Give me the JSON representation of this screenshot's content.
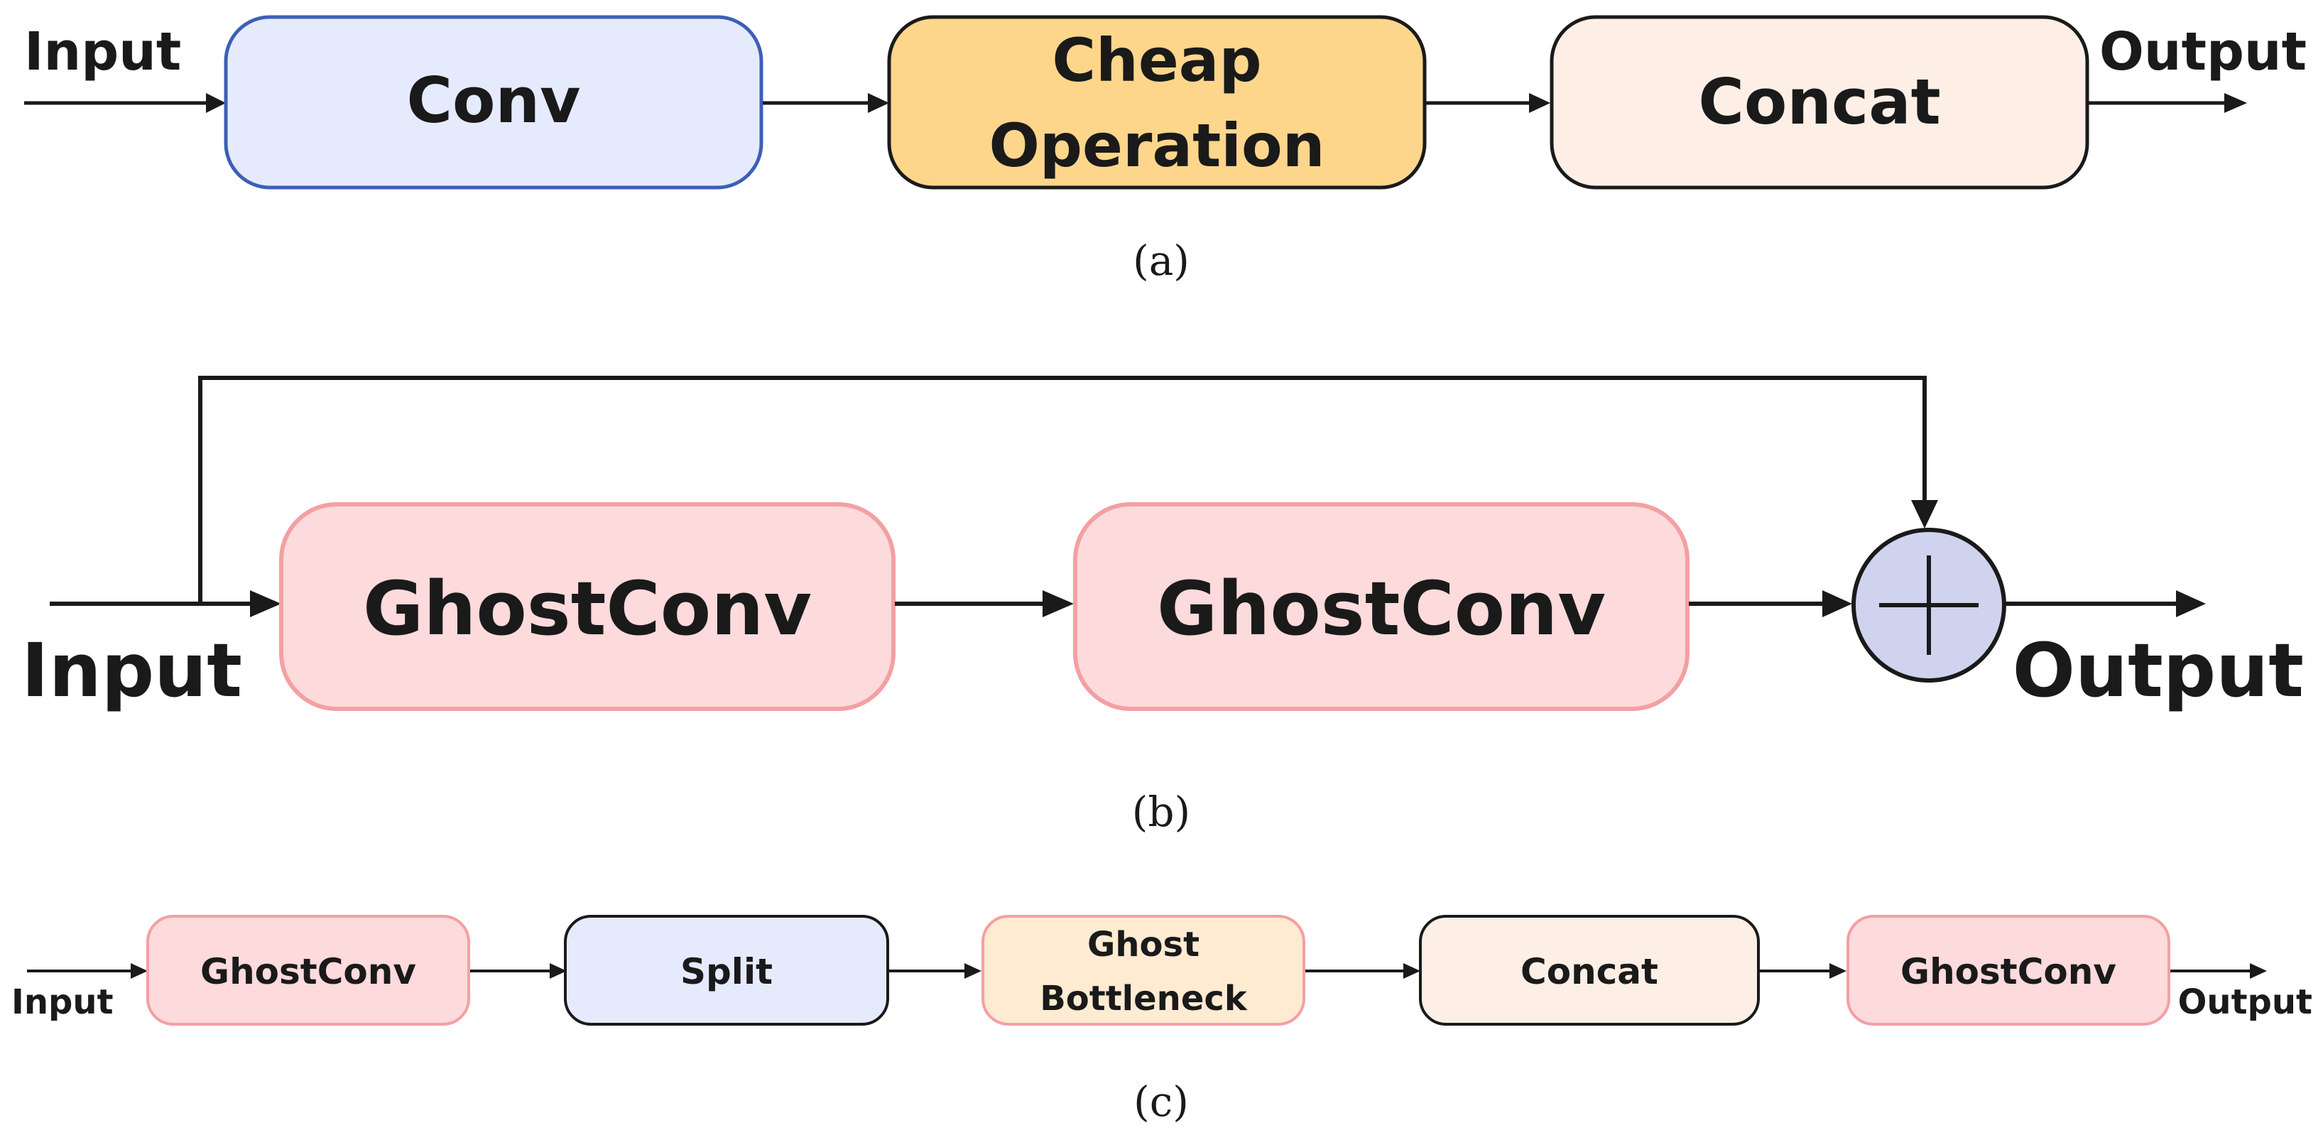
{
  "colors": {
    "ink": "#1a1a1a",
    "conv_fill": "#e6eafd",
    "conv_stroke": "#3c5fb8",
    "cheap_fill": "#fdd68c",
    "concat_fill": "#fdefe6",
    "ghost_fill": "#fddadb",
    "ghost_stroke": "#f3a0a3",
    "bottleneck_fill": "#feebd2",
    "split_fill": "#e6eafd",
    "sum_fill": "#d0d3ee"
  },
  "panel_a": {
    "input_label": "Input",
    "output_label": "Output",
    "conv_label": "Conv",
    "cheap_line1": "Cheap",
    "cheap_line2": "Operation",
    "concat_label": "Concat",
    "caption": "(a)"
  },
  "panel_b": {
    "input_label": "Input",
    "output_label": "Output",
    "ghostconv1_label": "GhostConv",
    "ghostconv2_label": "GhostConv",
    "sum_icon": "plus-icon",
    "caption": "(b)"
  },
  "panel_c": {
    "input_label": "Input",
    "output_label": "Output",
    "ghostconv1_label": "GhostConv",
    "split_label": "Split",
    "bottleneck_line1": "Ghost",
    "bottleneck_line2": "Bottleneck",
    "concat_label": "Concat",
    "ghostconv2_label": "GhostConv",
    "caption": "(c)"
  }
}
